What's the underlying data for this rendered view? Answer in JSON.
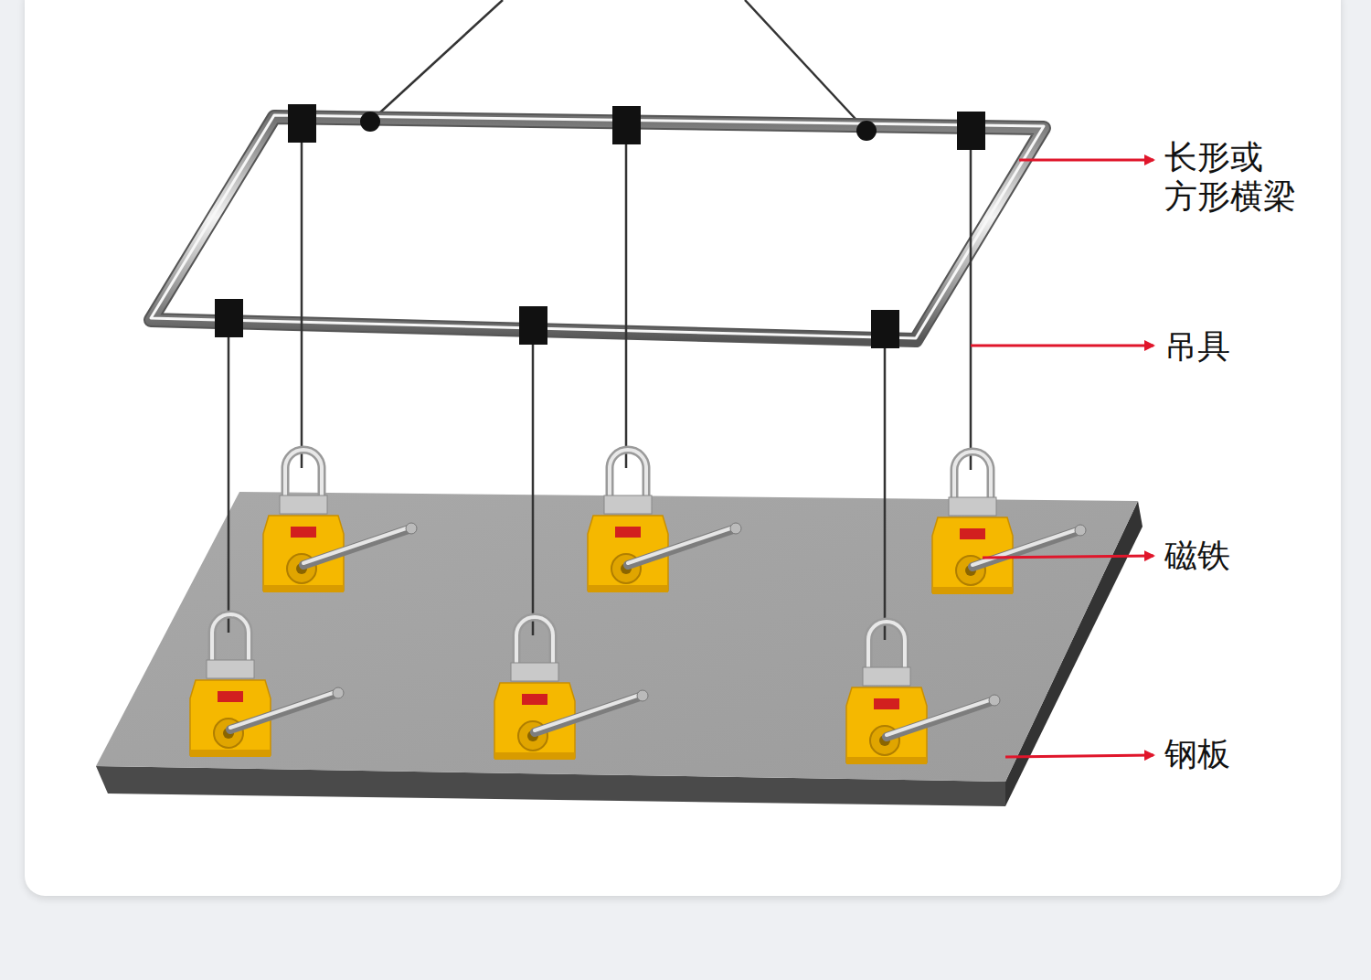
{
  "diagram": {
    "labels": [
      "长形或 方形横梁",
      "吊具",
      "磁铁",
      "钢板"
    ]
  }
}
